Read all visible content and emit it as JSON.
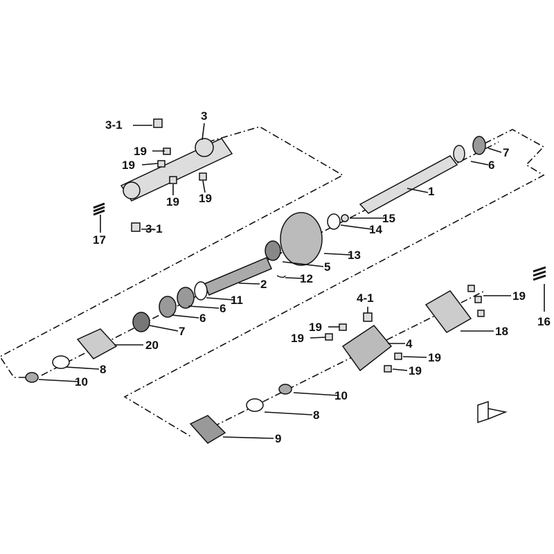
{
  "diagram": {
    "type": "exploded-parts-diagram",
    "callouts": [
      "3-1",
      "3",
      "19",
      "19",
      "19",
      "19",
      "3-1",
      "17",
      "1",
      "7",
      "6",
      "15",
      "14",
      "13",
      "5",
      "12",
      "2",
      "11",
      "6",
      "6",
      "7",
      "20",
      "8",
      "10",
      "4-1",
      "19",
      "19",
      "4",
      "19",
      "19",
      "19",
      "18",
      "16",
      "10",
      "8",
      "9"
    ],
    "colors": {
      "line": "#111111",
      "part_fill": "#d9d9d9",
      "part_shade": "#8a8a8a"
    }
  }
}
